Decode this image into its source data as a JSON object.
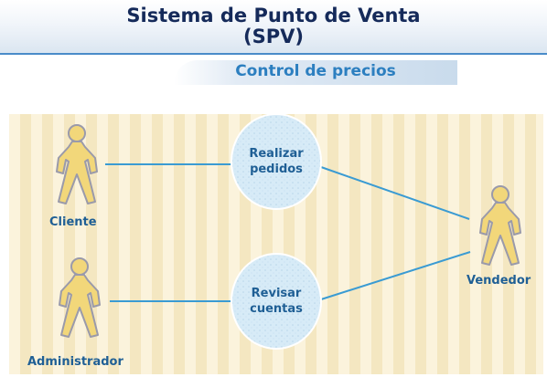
{
  "header": {
    "title_line1": "Sistema de Punto de Venta",
    "title_line2": "(SPV)",
    "subtitle": "Control de precios"
  },
  "actors": {
    "cliente": "Cliente",
    "administrador": "Administrador",
    "vendedor": "Vendedor"
  },
  "use_cases": {
    "realizar": {
      "line1": "Realizar",
      "line2": "pedidos"
    },
    "revisar": {
      "line1": "Revisar",
      "line2": "cuentas"
    }
  },
  "colors": {
    "title": "#152a5a",
    "accent": "#2c7fc0",
    "actor_fill": "#f2d77a",
    "actor_stroke": "#9a9aaa",
    "line": "#3a9bd3",
    "usecase_fill": "#d7ebf7"
  }
}
